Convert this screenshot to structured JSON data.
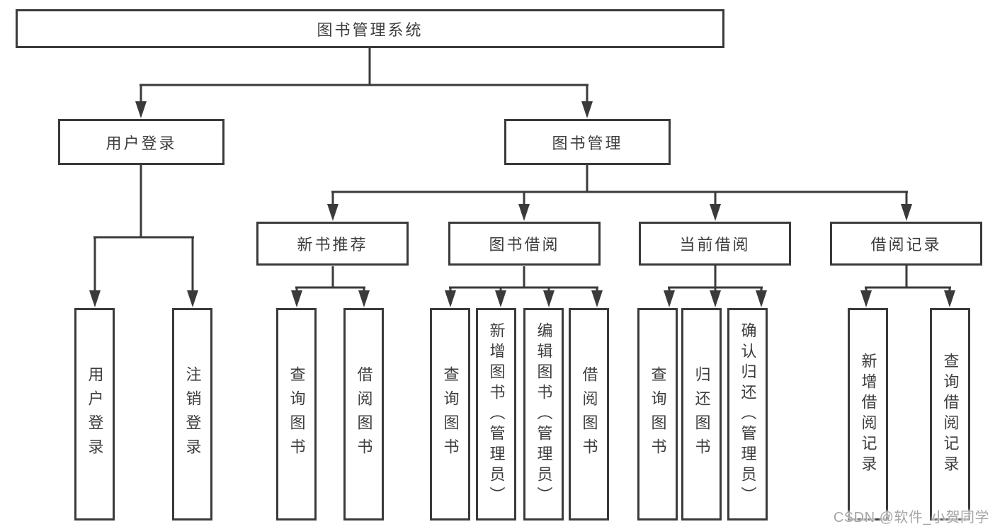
{
  "diagram_title": "图书管理系统",
  "colors": {
    "line": "#3a3a3a",
    "text": "#3d3d3d",
    "box_background": "#ffffff",
    "page_background": "#ffffff",
    "watermark": "#a6a6a6"
  },
  "nodes": {
    "root": "图书管理系统",
    "level2": [
      "用户登录",
      "图书管理"
    ],
    "level3": [
      "新书推荐",
      "图书借阅",
      "当前借阅",
      "借阅记录"
    ],
    "leaves": [
      "用户登录",
      "注销登录",
      "查询图书",
      "借阅图书",
      "查询图书",
      "新增图书（管理员）",
      "编辑图书（管理员）",
      "借阅图书",
      "查询图书",
      "归还图书",
      "确认归还（管理员）",
      "新增借阅记录",
      "查询借阅记录"
    ]
  },
  "watermark": "CSDN @软件_小贺同学"
}
